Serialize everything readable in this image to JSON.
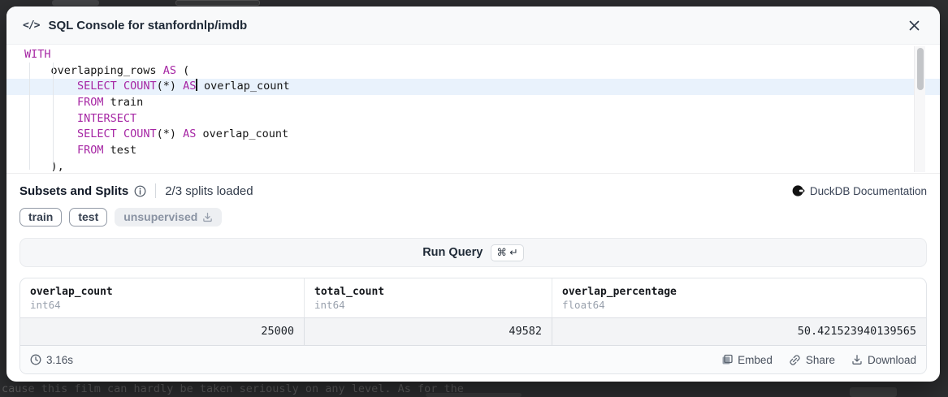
{
  "background": {
    "page_text": "cause this film can hardly be taken seriously on any level. As for the"
  },
  "header": {
    "icon": "code-icon",
    "title": "SQL Console for stanfordnlp/imdb"
  },
  "colors": {
    "keyword_purple": "#a626a4",
    "active_line_blue": "#e9f2fc",
    "accent_dark": "#1e2936"
  },
  "editor": {
    "lines": [
      {
        "segments": [
          {
            "type": "keyword",
            "text": "WITH"
          }
        ]
      },
      {
        "segments": [
          {
            "type": "plain",
            "text": "    overlapping_rows "
          },
          {
            "type": "keyword",
            "text": "AS"
          },
          {
            "type": "plain",
            "text": " ("
          }
        ]
      },
      {
        "active": true,
        "segments": [
          {
            "type": "plain",
            "text": "        "
          },
          {
            "type": "keyword",
            "text": "SELECT"
          },
          {
            "type": "plain",
            "text": " "
          },
          {
            "type": "keyword",
            "text": "COUNT"
          },
          {
            "type": "plain",
            "text": "(*) "
          },
          {
            "type": "keyword",
            "text": "AS"
          },
          {
            "type": "cursor",
            "text": ""
          },
          {
            "type": "plain",
            "text": " overlap_count"
          }
        ]
      },
      {
        "segments": [
          {
            "type": "plain",
            "text": "        "
          },
          {
            "type": "keyword",
            "text": "FROM"
          },
          {
            "type": "plain",
            "text": " train"
          }
        ]
      },
      {
        "segments": [
          {
            "type": "plain",
            "text": "        "
          },
          {
            "type": "keyword",
            "text": "INTERSECT"
          }
        ]
      },
      {
        "segments": [
          {
            "type": "plain",
            "text": "        "
          },
          {
            "type": "keyword",
            "text": "SELECT"
          },
          {
            "type": "plain",
            "text": " "
          },
          {
            "type": "keyword",
            "text": "COUNT"
          },
          {
            "type": "plain",
            "text": "(*) "
          },
          {
            "type": "keyword",
            "text": "AS"
          },
          {
            "type": "plain",
            "text": " overlap_count"
          }
        ]
      },
      {
        "segments": [
          {
            "type": "plain",
            "text": "        "
          },
          {
            "type": "keyword",
            "text": "FROM"
          },
          {
            "type": "plain",
            "text": " test"
          }
        ]
      },
      {
        "segments": [
          {
            "type": "plain",
            "text": "    ),"
          }
        ]
      }
    ]
  },
  "splits": {
    "label": "Subsets and Splits",
    "info_icon": "info-icon",
    "status": "2/3 splits loaded",
    "pills": [
      {
        "label": "train",
        "loaded": true
      },
      {
        "label": "test",
        "loaded": true
      },
      {
        "label": "unsupervised",
        "loaded": false,
        "icon": "download-icon"
      }
    ]
  },
  "docs_link": {
    "icon": "duckdb-icon",
    "label": "DuckDB Documentation"
  },
  "run_query": {
    "label": "Run Query",
    "shortcut": "⌘ ↵"
  },
  "results": {
    "columns": [
      {
        "name": "overlap_count",
        "type": "int64",
        "value": "25000"
      },
      {
        "name": "total_count",
        "type": "int64",
        "value": "49582"
      },
      {
        "name": "overlap_percentage",
        "type": "float64",
        "value": "50.421523940139565"
      }
    ]
  },
  "footer": {
    "clock_icon": "clock-icon",
    "duration": "3.16s",
    "actions": [
      {
        "label": "Embed",
        "icon": "embed-icon"
      },
      {
        "label": "Share",
        "icon": "share-icon"
      },
      {
        "label": "Download",
        "icon": "download-icon"
      }
    ]
  }
}
